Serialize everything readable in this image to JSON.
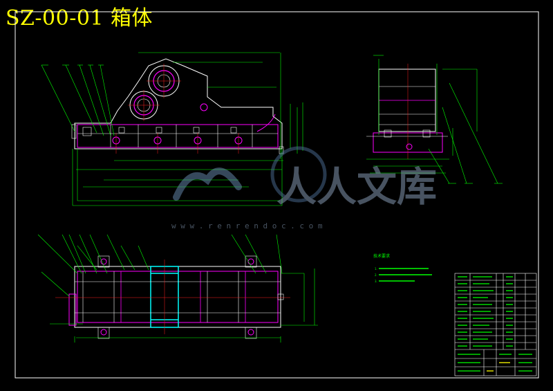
{
  "drawing": {
    "title": "SZ-00-01 箱体"
  },
  "watermark": {
    "brand": "人人文库",
    "url": "w w w . r e n r e n d o c . c o m"
  },
  "technical_requirements": {
    "heading": "技术要求",
    "items": [
      "1.",
      "2.",
      "3."
    ]
  },
  "colors": {
    "background": "#000000",
    "outline": "#ffffff",
    "magenta": "#ff00ff",
    "green": "#00ff00",
    "cyan": "#00ffff",
    "yellow": "#ffff00",
    "red": "#ff2020"
  }
}
